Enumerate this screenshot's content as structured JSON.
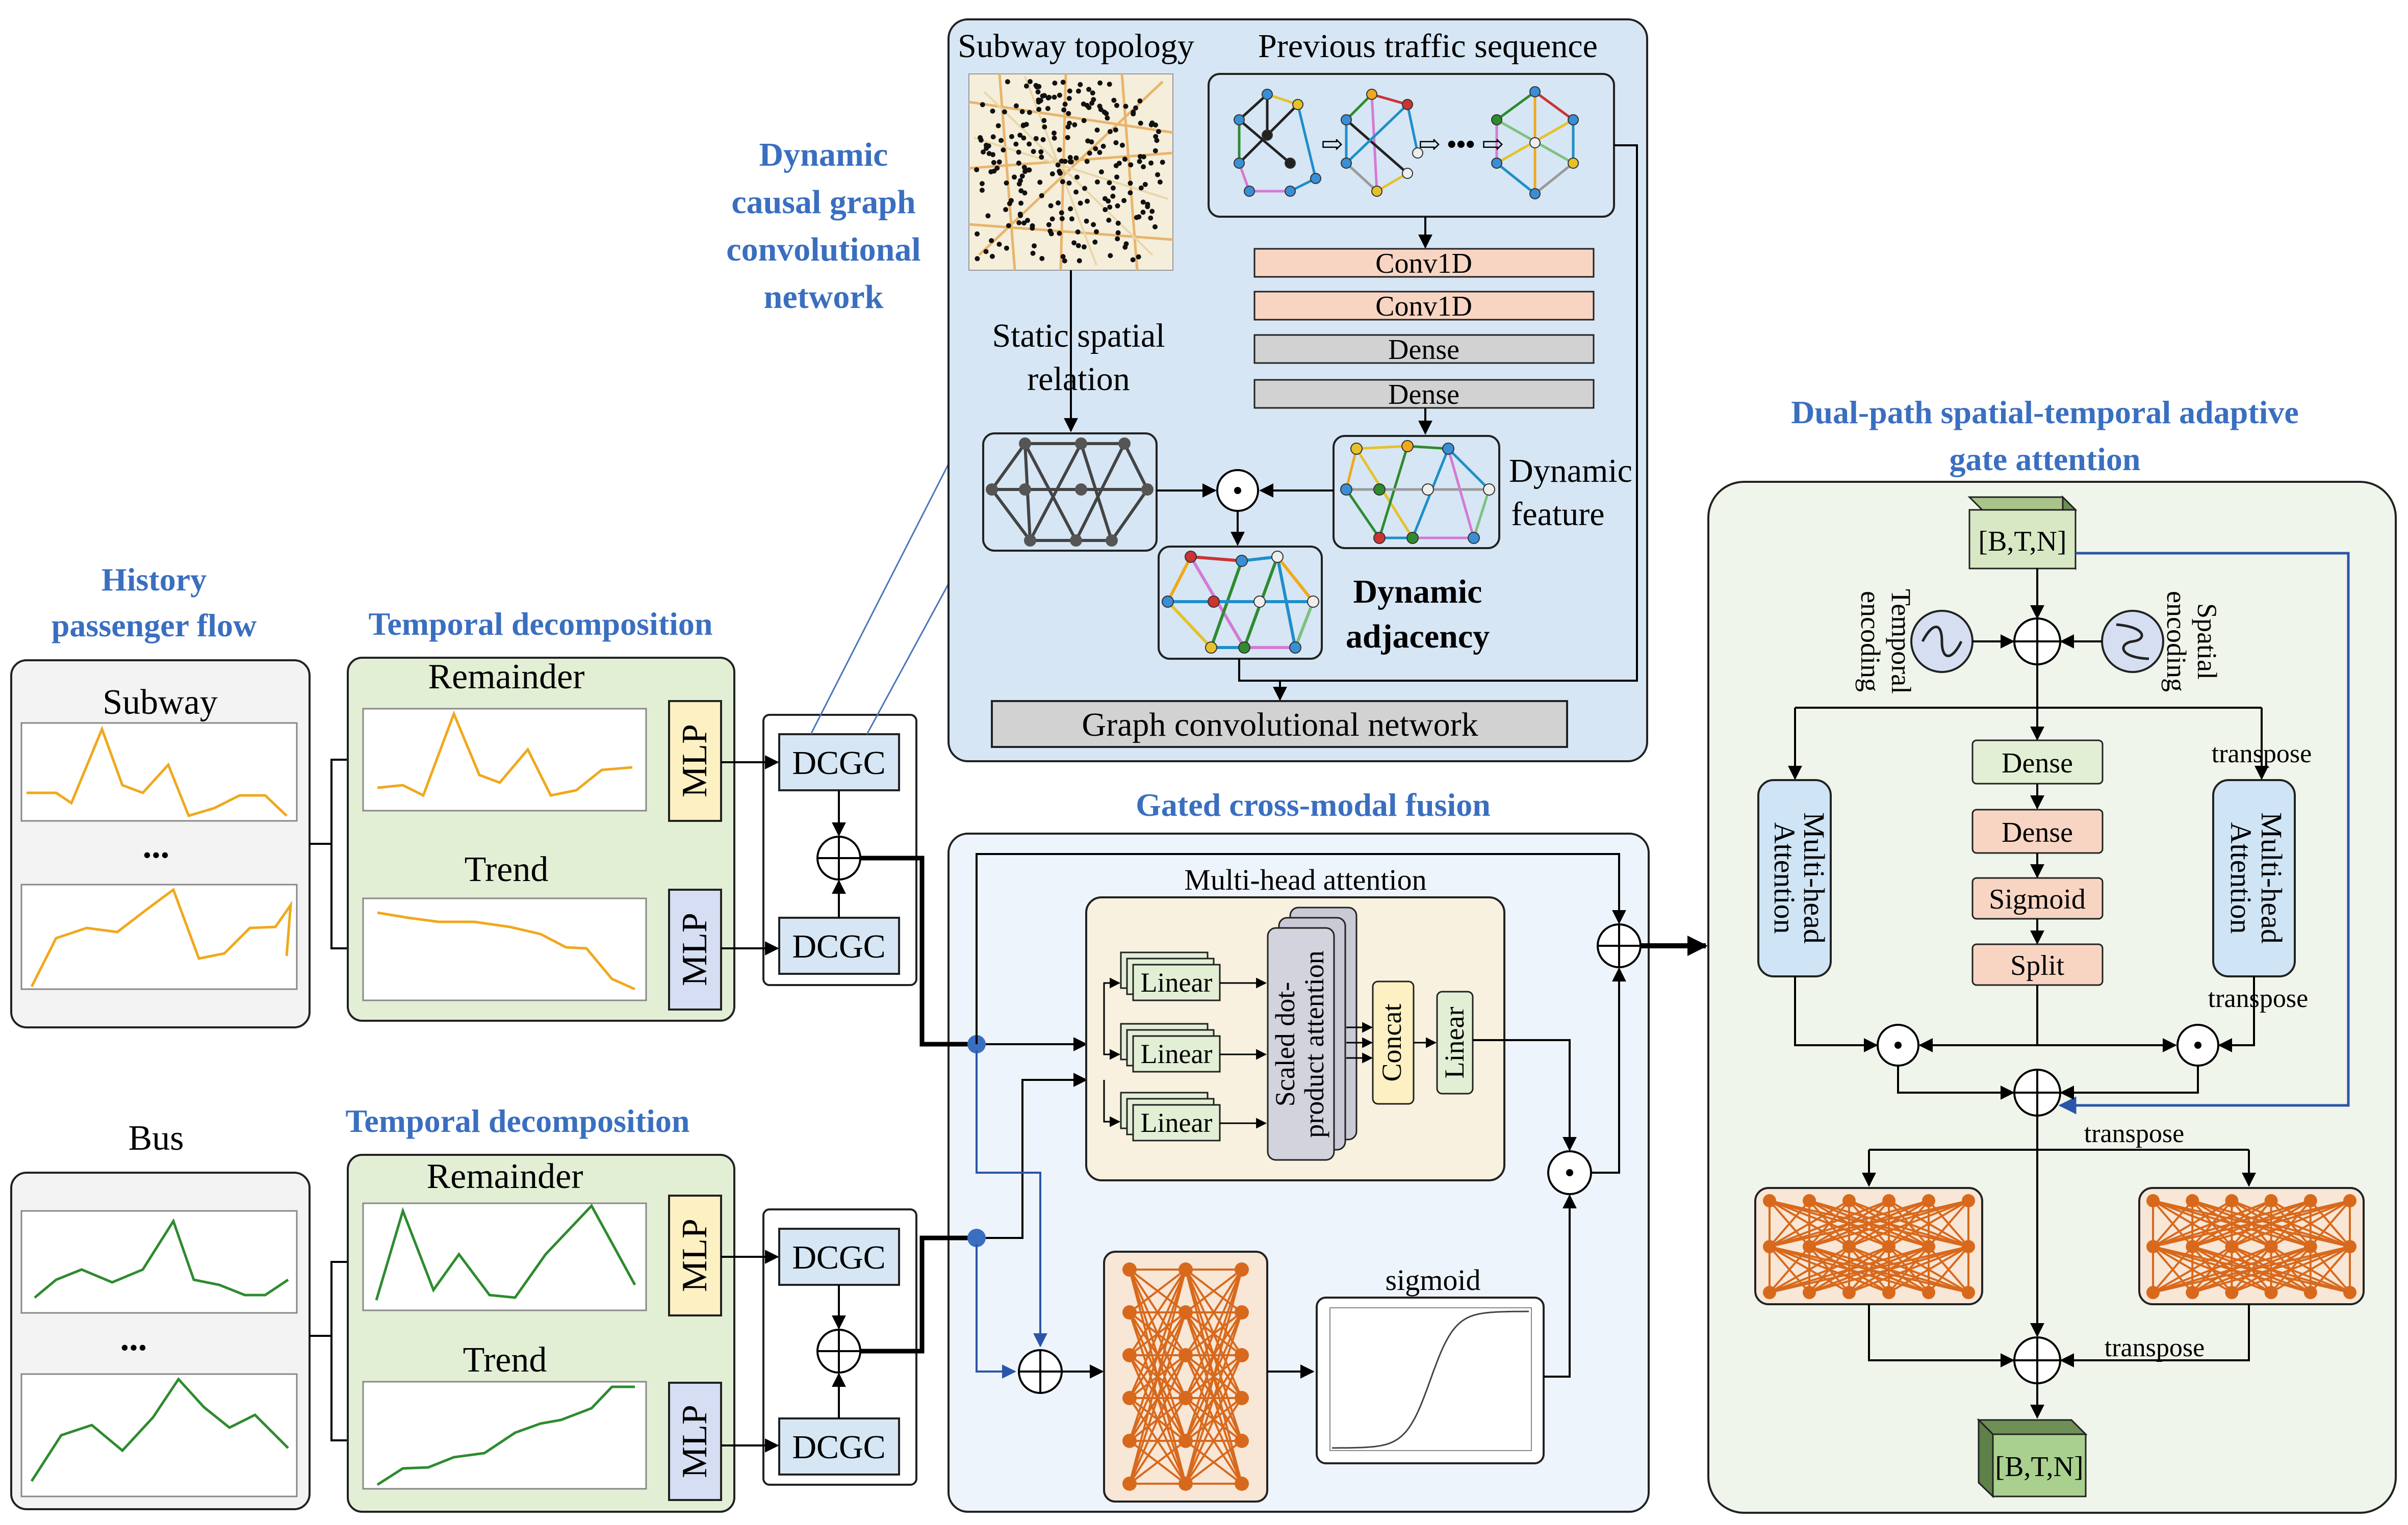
{
  "titles": {
    "dynamic_causal_line1": "Dynamic",
    "dynamic_causal_line2": "causal graph",
    "dynamic_causal_line3": "convolutional",
    "dynamic_causal_line4": "network",
    "history_line1": "History",
    "history_line2": "passenger flow",
    "temporal_decomp_subway": "Temporal decomposition",
    "temporal_decomp_bus": "Temporal decomposition",
    "gated_fusion": "Gated cross-modal fusion",
    "dual_path_line1": "Dual-path spatial-temporal adaptive",
    "dual_path_line2": "gate attention"
  },
  "history": {
    "subway_label": "Subway",
    "bus_label": "Bus",
    "ellipsis": "..."
  },
  "decomposition": {
    "remainder": "Remainder",
    "trend": "Trend",
    "mlp": "MLP"
  },
  "dcgc": {
    "label": "DCGC"
  },
  "graph_panel": {
    "subway_topology": "Subway topology",
    "previous_traffic": "Previous traffic sequence",
    "conv1d": "Conv1D",
    "dense": "Dense",
    "static_line1": "Static spatial",
    "static_line2": "relation",
    "dynamic_feature_line1": "Dynamic",
    "dynamic_feature_line2": "feature",
    "dynamic_adj_line1": "Dynamic",
    "dynamic_adj_line2": "adjacency",
    "gcn": "Graph convolutional network",
    "seq_dots": "⇨ ••• ⇨"
  },
  "fusion": {
    "mha_title": "Multi-head attention",
    "linear": "Linear",
    "scaled_line1": "Scaled dot-",
    "scaled_line2": "product attention",
    "concat": "Concat",
    "sigmoid": "sigmoid"
  },
  "dual": {
    "tensor_in": "[B,T,N]",
    "tensor_out": "[B,T,N]",
    "temporal_enc_line1": "Temporal",
    "temporal_enc_line2": "encoding",
    "spatial_enc_line1": "Spatial",
    "spatial_enc_line2": "encoding",
    "dense": "Dense",
    "sigmoid": "Sigmoid",
    "split": "Split",
    "mha_line1": "Multi-head",
    "mha_line2": "Attention",
    "transpose": "transpose"
  },
  "colors": {
    "title_blue": "#3a6fc0",
    "panel_gray": "#f3f3f3",
    "panel_green": "#e3efd5",
    "panel_blue": "#d6e6f4",
    "panel_fusion": "#eef4fb",
    "panel_dual": "#eff5ea",
    "mlp_fill": "#fdf0c3",
    "mlp_blue_fill": "#d5def2",
    "subway_line": "#f0a81c",
    "bus_line": "#2e8b2e",
    "orange_net": "#d8691c",
    "conv_fill": "#f8d5c3",
    "dense_fill": "#d2d2d2"
  }
}
